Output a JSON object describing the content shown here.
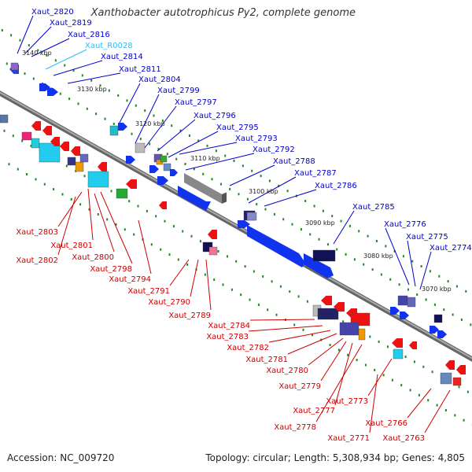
{
  "title": "Xanthobacter autotrophicus Py2, complete genome",
  "footer": {
    "accession": "Accession: NC_009720",
    "summary": "Topology: circular; Length: 5,308,934 bp; Genes: 4,805"
  },
  "colors": {
    "forward_label": "#0000cc",
    "reverse_label": "#cc0000",
    "rna_label": "#33bbee",
    "backbone": "#888888",
    "tick": "#228822"
  },
  "kbp_ticks": [
    "3140 kbp",
    "3130 kbp",
    "3120 kbp",
    "3110 kbp",
    "3100 kbp",
    "3090 kbp",
    "3080 kbp",
    "3070 kbp"
  ],
  "forward_labels": [
    "Xaut_2820",
    "Xaut_2819",
    "Xaut_2816",
    "Xaut_R0028",
    "Xaut_2814",
    "Xaut_2811",
    "Xaut_2804",
    "Xaut_2799",
    "Xaut_2797",
    "Xaut_2796",
    "Xaut_2795",
    "Xaut_2793",
    "Xaut_2792",
    "Xaut_2788",
    "Xaut_2787",
    "Xaut_2786",
    "Xaut_2785",
    "Xaut_2776",
    "Xaut_2775",
    "Xaut_2774"
  ],
  "reverse_labels": [
    "Xaut_2803",
    "Xaut_2801",
    "Xaut_2802",
    "Xaut_2800",
    "Xaut_2798",
    "Xaut_2794",
    "Xaut_2791",
    "Xaut_2790",
    "Xaut_2789",
    "Xaut_2784",
    "Xaut_2783",
    "Xaut_2782",
    "Xaut_2781",
    "Xaut_2780",
    "Xaut_2779",
    "Xaut_2777",
    "Xaut_2773",
    "Xaut_2778",
    "Xaut_2771",
    "Xaut_2766",
    "Xaut_2763"
  ]
}
